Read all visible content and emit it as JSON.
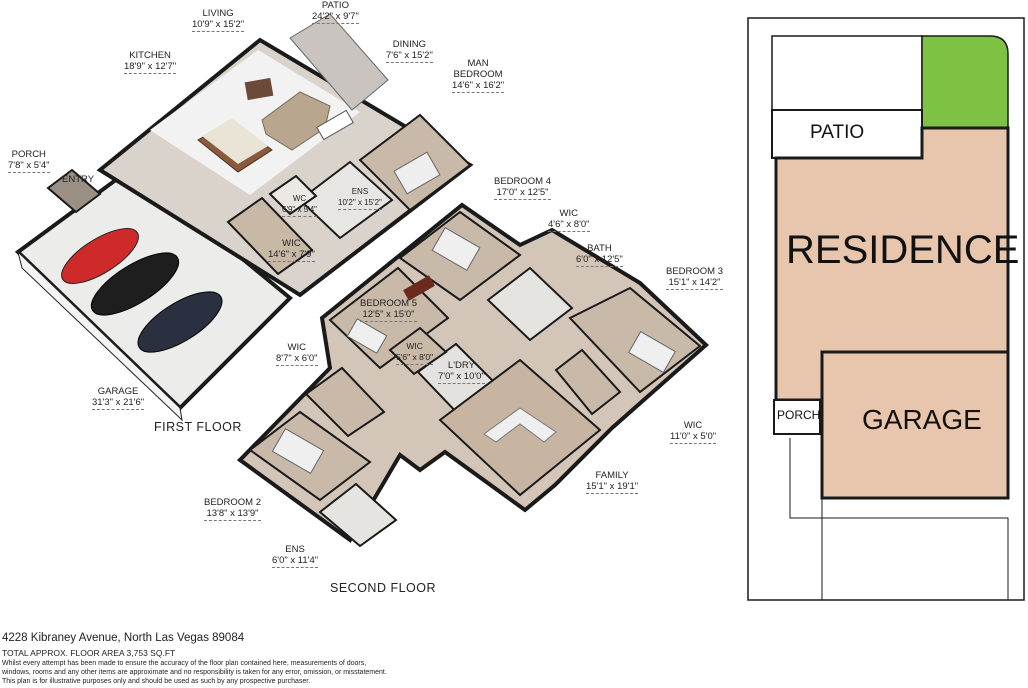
{
  "rooms": {
    "living": {
      "name": "LIVING",
      "dim": "10'9\" x 15'2\""
    },
    "patio": {
      "name": "PATIO",
      "dim": "24'2\" x 9'7\""
    },
    "kitchen": {
      "name": "KITCHEN",
      "dim": "18'9\" x 12'7\""
    },
    "dining": {
      "name": "DINING",
      "dim": "7'6\" x 15'2\""
    },
    "man_bedroom": {
      "name": "MAN\nBEDROOM",
      "dim": "14'6\" x 16'2\""
    },
    "porch": {
      "name": "PORCH",
      "dim": "7'8\" x 5'4\""
    },
    "entry": {
      "name": "ENTRY"
    },
    "wc": {
      "name": "WC",
      "dim": "6'9\" x 5'4\""
    },
    "ens_first": {
      "name": "ENS",
      "dim": "10'2\" x 15'2\""
    },
    "wic_first": {
      "name": "WIC",
      "dim": "14'6\" x 7'9\""
    },
    "garage": {
      "name": "GARAGE",
      "dim": "31'3\" x 21'6\""
    },
    "bedroom4": {
      "name": "BEDROOM 4",
      "dim": "17'0\" x 12'5\""
    },
    "wic_b4": {
      "name": "WIC",
      "dim": "4'6\" x 8'0\""
    },
    "bath": {
      "name": "BATH",
      "dim": "6'0\" x 12'5\""
    },
    "bedroom3": {
      "name": "BEDROOM 3",
      "dim": "15'1\" x 14'2\""
    },
    "bedroom5": {
      "name": "BEDROOM 5",
      "dim": "12'5\" x 15'0\""
    },
    "wic_b5": {
      "name": "WIC",
      "dim": "5'6\" x 8'0\""
    },
    "ldry": {
      "name": "L'DRY",
      "dim": "7'0\" x 10'0\""
    },
    "wic_b2": {
      "name": "WIC",
      "dim": "8'7\" x 6'0\""
    },
    "wic_b3": {
      "name": "WIC",
      "dim": "11'0\" x 5'0\""
    },
    "family": {
      "name": "FAMILY",
      "dim": "15'1\" x 19'1\""
    },
    "bedroom2": {
      "name": "BEDROOM 2",
      "dim": "13'8\" x 13'9\""
    },
    "ens_second": {
      "name": "ENS",
      "dim": "6'0\" x 11'4\""
    }
  },
  "floors": {
    "first": "FIRST FLOOR",
    "second": "SECOND FLOOR"
  },
  "site_plan": {
    "patio": "PATIO",
    "residence": "RESIDENCE",
    "porch": "PORCH",
    "garage": "GARAGE",
    "lawn_color": "#7dc242",
    "building_color": "#e8c5ad"
  },
  "footer": {
    "address": "4228 Kibraney Avenue, North Las Vegas 89084",
    "area": "TOTAL APPROX. FLOOR AREA 3,753 SQ.FT",
    "disclaimer_1": "Whilst every attempt has been made to ensure the accuracy of the floor plan contained here, measurements of doors,",
    "disclaimer_2": "windows, rooms and any other items are approximate and no responsibility is taken for any error, omission, or misstatement.",
    "disclaimer_3": "This plan is for illustrative purposes only and should be used as such by any prospective purchaser."
  }
}
